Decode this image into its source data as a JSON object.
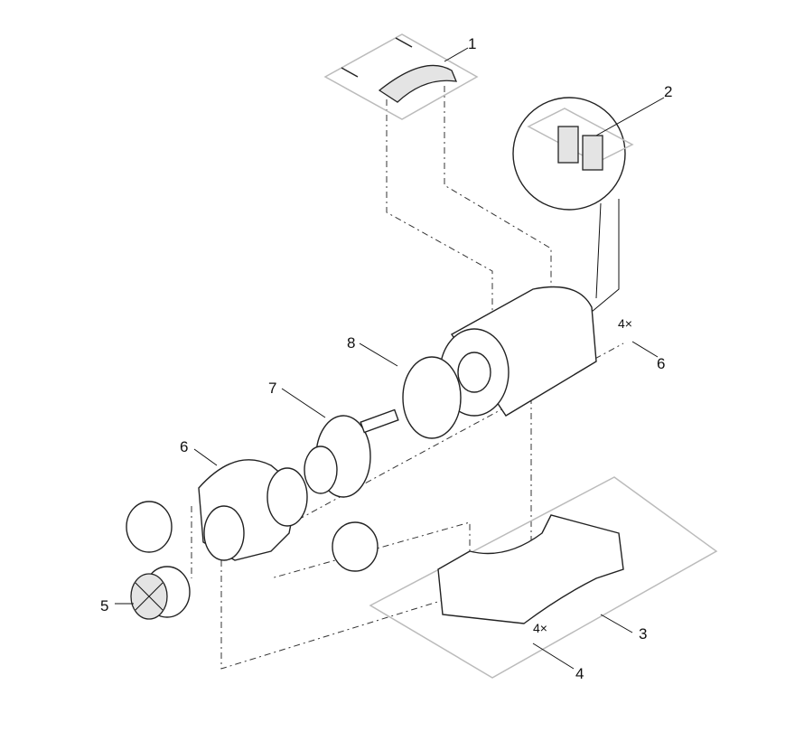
{
  "callouts": {
    "c1": "1",
    "c2": "2",
    "c3": "3",
    "c4": "4",
    "c4_qty": "4×",
    "c5": "5",
    "c6_screw": "6",
    "c6_screw_qty": "4×",
    "c6_housing": "6",
    "c7": "7",
    "c8": "8"
  }
}
